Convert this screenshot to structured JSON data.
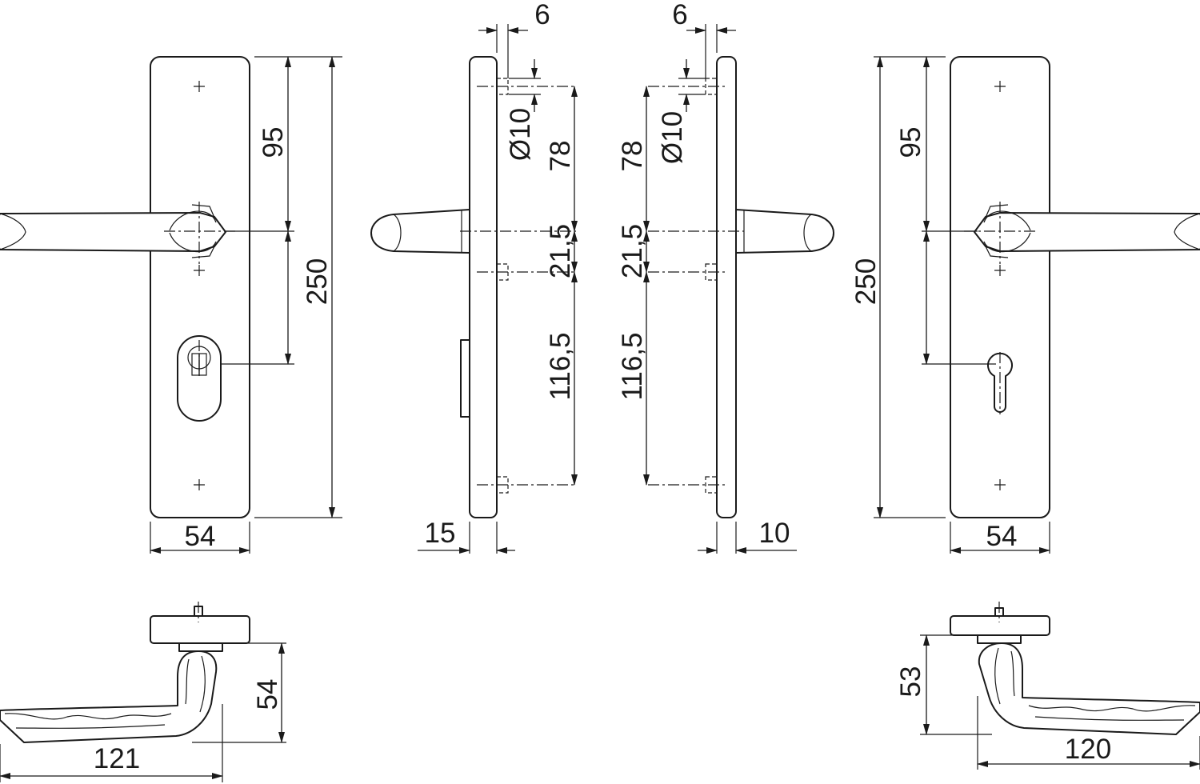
{
  "front_left": {
    "upper_spacing": "95",
    "plate_height": "250",
    "plate_width": "54"
  },
  "side_left": {
    "stud_offset": "6",
    "stud_diameter": "Ø10",
    "top_to_lever": "78",
    "lever_to_stud": "21,5",
    "stud_to_bottom": "116,5",
    "thickness": "15"
  },
  "side_right": {
    "stud_offset": "6",
    "stud_diameter": "Ø10",
    "top_to_lever": "78",
    "lever_to_stud": "21,5",
    "stud_to_bottom": "116,5",
    "thickness": "10"
  },
  "front_right": {
    "upper_spacing": "95",
    "plate_height": "250",
    "plate_width": "54"
  },
  "lever_left": {
    "projection": "54",
    "length": "121"
  },
  "lever_right": {
    "projection": "53",
    "length": "120"
  }
}
